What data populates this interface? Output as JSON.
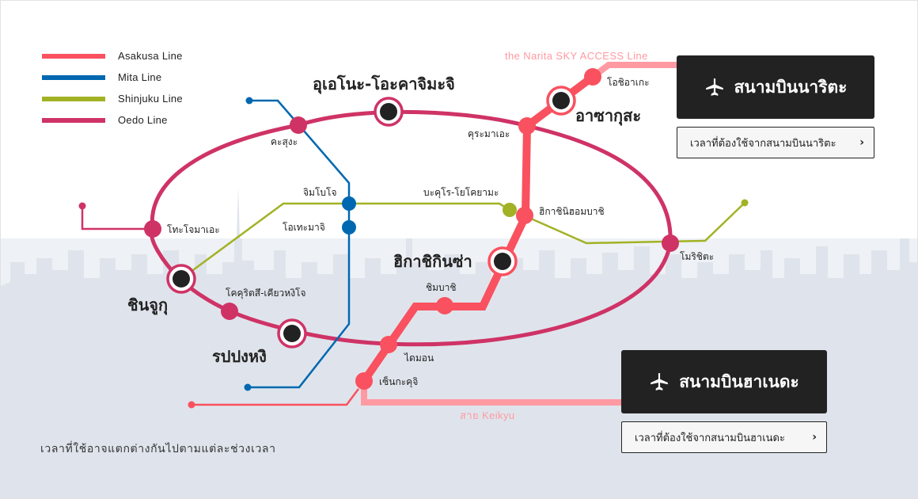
{
  "legend": [
    {
      "label": "Asakusa Line",
      "color": "#f9515f"
    },
    {
      "label": "Mita Line",
      "color": "#0068b0"
    },
    {
      "label": "Shinjuku Line",
      "color": "#a2b224"
    },
    {
      "label": "Oedo Line",
      "color": "#cf3366"
    }
  ],
  "colors": {
    "asakusa": "#f9515f",
    "mita": "#0068b0",
    "shinjuku": "#a2b224",
    "oedo": "#cf3366",
    "access_line": "#ff9aa2",
    "dark": "#222222",
    "background_lower": "#eef1f5",
    "skyline": "#dfe4ec"
  },
  "line_labels": {
    "narita_access": "the Narita SKY ACCESS Line",
    "keikyu": "สาย Keikyu"
  },
  "major_stations": {
    "ueno_okachimachi": "อุเอโนะ-โอะคาจิมะจิ",
    "asakusa": "อาซากุสะ",
    "higashi_ginza": "ฮิกาชิกินซ่า",
    "shinjuku": "ชินจูกุ",
    "roppongi": "รปปงหงิ"
  },
  "stations": {
    "oshiage": "โอชิอาเกะ",
    "kuramae": "คุระมาเอะ",
    "kasuga": "คะสุงะ",
    "jimbocho": "จิมโบโจ",
    "bakuro_yokoyama": "บะคุโร-โยโคยามะ",
    "higashi_nihombashi": "ฮิกาชินิฮอมบาชิ",
    "otemachi": "โอเทะมาจิ",
    "tochomae": "โทะโจมาเอะ",
    "morishita": "โมริชิตะ",
    "shimbashi": "ชิมบาชิ",
    "kokuritsu": "โคคุริตสึ-เคียวหงิโจ",
    "daimon": "ไดมอน",
    "sengakuji": "เซ็นกะคุจิ"
  },
  "airports": {
    "narita": {
      "button_label": "สนามบินนาริตะ",
      "icon": "airplane-icon",
      "time_link": "เวลาที่ต้องใช้จากสนามบินนาริตะ",
      "chevron": "›"
    },
    "haneda": {
      "button_label": "สนามบินฮาเนดะ",
      "icon": "airplane-icon",
      "time_link": "เวลาที่ต้องใช้จากสนามบินฮาเนดะ",
      "chevron": "›"
    }
  },
  "note": "เวลาที่ใช้อาจแตกต่างกันไปตามแต่ละช่วงเวลา"
}
